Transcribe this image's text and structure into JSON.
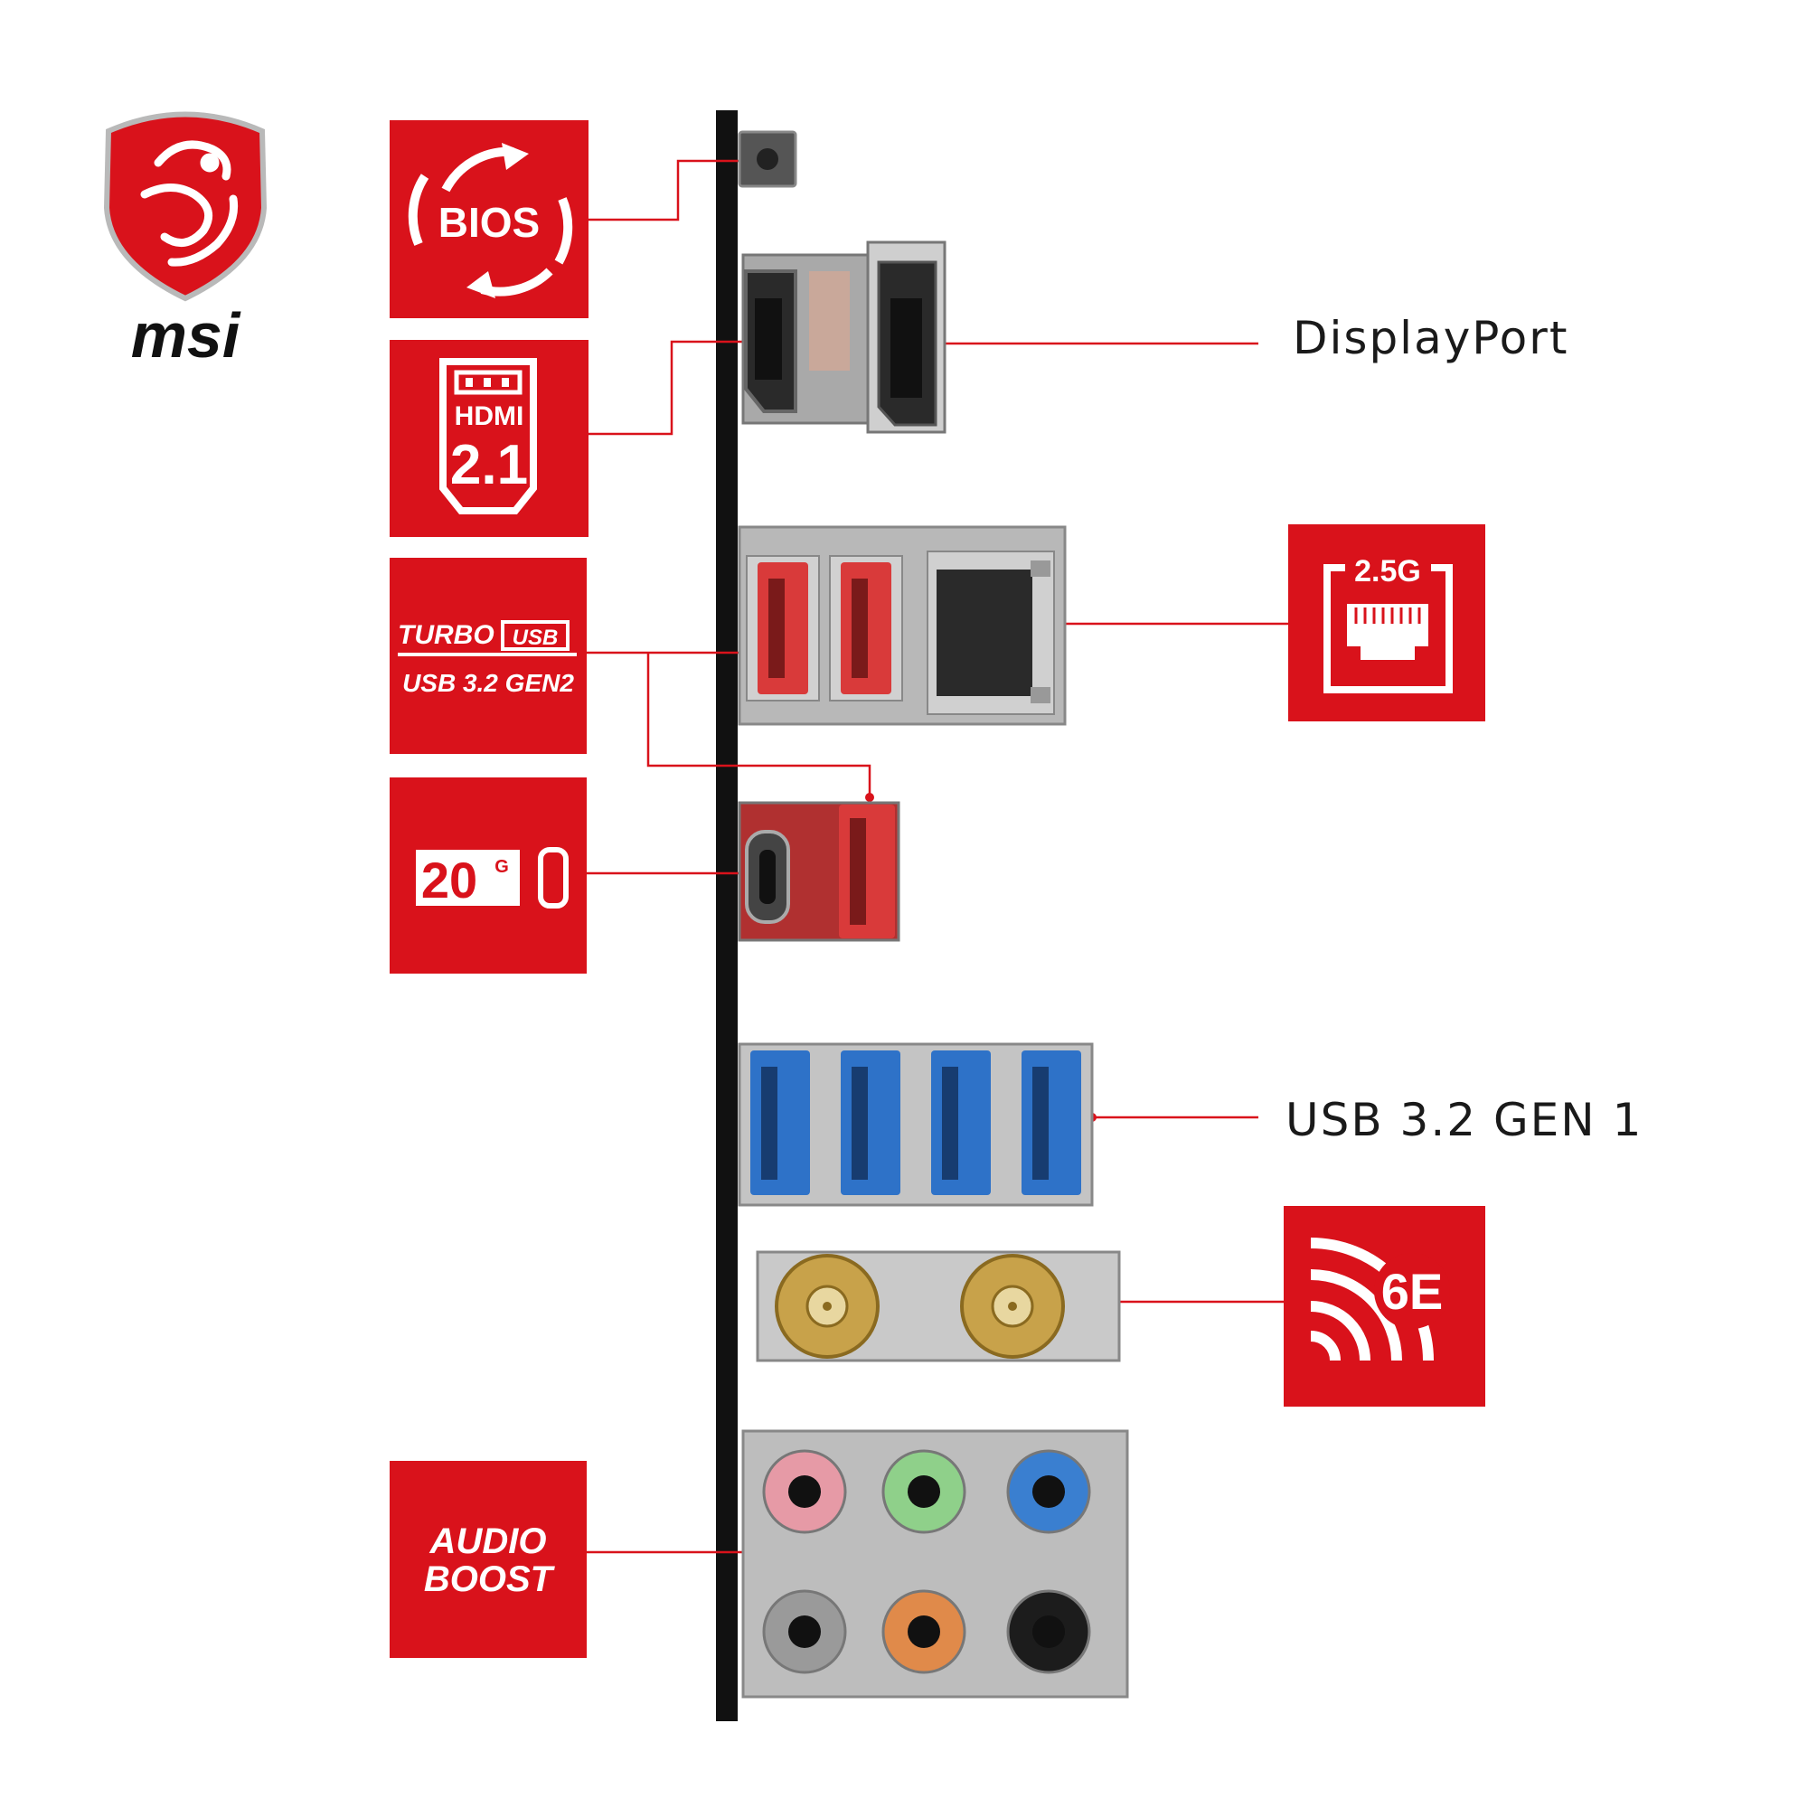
{
  "brand": {
    "name": "msi",
    "accent_color": "#d9121b"
  },
  "badges": {
    "bios": {
      "text": "BIOS",
      "icon": "bios-flashback-icon"
    },
    "hdmi": {
      "brand": "HDMI",
      "version": "2.1",
      "icon": "hdmi-icon"
    },
    "turbo_usb": {
      "line1a": "TURBO",
      "line1b": "USB",
      "line2": "USB 3.2 GEN2"
    },
    "usb_20g": {
      "speed": "20",
      "unit": "G",
      "icon": "usb-c-icon"
    },
    "lan": {
      "speed": "2.5G",
      "icon": "ethernet-port-icon"
    },
    "wifi": {
      "text": "6E",
      "icon": "wifi-icon"
    },
    "audio": {
      "line1": "AUDIO",
      "line2": "BOOST"
    }
  },
  "labels": {
    "displayport": "DisplayPort",
    "usb_gen1": "USB 3.2 GEN 1"
  },
  "audio_jack_colors": [
    "#e69aa6",
    "#8fd08a",
    "#3a7fd0",
    "#9a9a9a",
    "#e08a4a",
    "#1c1c1c"
  ]
}
